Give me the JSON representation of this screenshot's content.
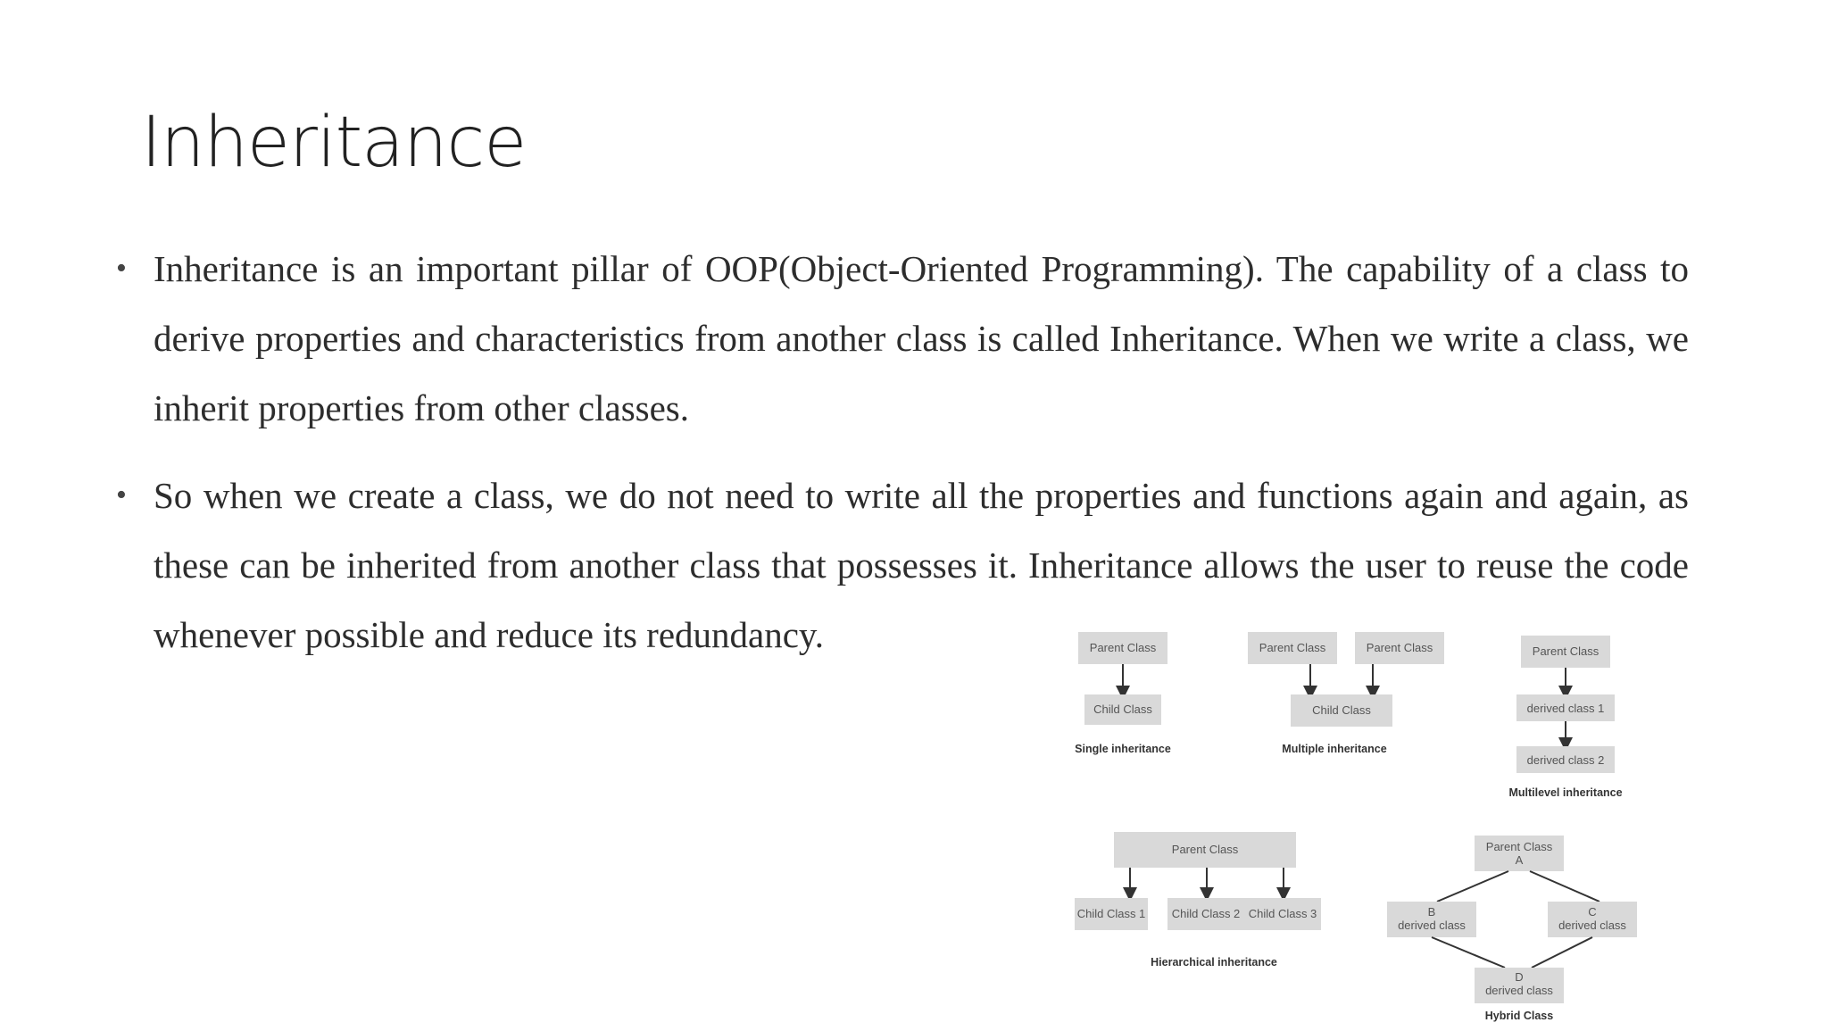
{
  "slide": {
    "title": "Inheritance",
    "bullets": [
      "Inheritance is an important pillar of OOP(Object-Oriented Programming). The capability of a class to derive properties and characteristics from another class is called Inheritance. When we write a class, we inherit properties from other classes.",
      "So when we create a class, we do not need to write all the properties and functions again and again, as these can be inherited from another class that possesses it. Inheritance allows the user to reuse the code whenever possible and reduce its redundancy."
    ]
  },
  "diagram": {
    "single": {
      "parent": "Parent Class",
      "child": "Child Class",
      "caption": "Single inheritance"
    },
    "multiple": {
      "parent1": "Parent Class",
      "parent2": "Parent Class",
      "child": "Child Class",
      "caption": "Multiple inheritance"
    },
    "multilevel": {
      "parent": "Parent Class",
      "derived1": "derived class 1",
      "derived2": "derived class 2",
      "caption": "Multilevel inheritance"
    },
    "hierarchical": {
      "parent": "Parent Class",
      "child1": "Child Class 1",
      "child2": "Child Class 2",
      "child3": "Child Class 3",
      "caption": "Hierarchical inheritance"
    },
    "hybrid": {
      "a_label": "Parent Class",
      "a_letter": "A",
      "b_letter": "B",
      "b_label": "derived class",
      "c_letter": "C",
      "c_label": "derived class",
      "d_letter": "D",
      "d_label": "derived class",
      "caption": "Hybrid Class"
    }
  },
  "colors": {
    "box": "#d9d9d9",
    "text": "#2d2d2d",
    "background": "#ffffff"
  }
}
